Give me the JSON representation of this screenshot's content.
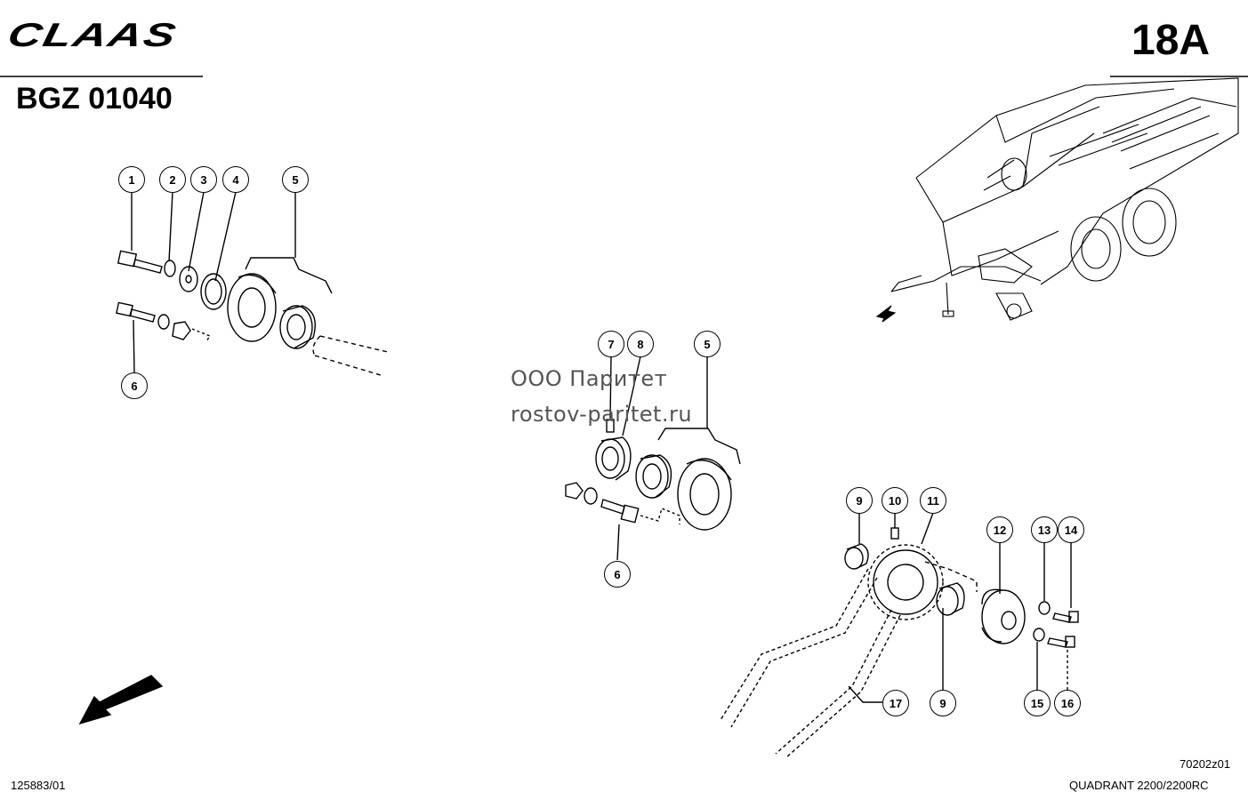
{
  "header": {
    "brand": "CLAAS",
    "code": "BGZ 01040",
    "sheet": "18A"
  },
  "watermark": {
    "line1": "ООО Паритет",
    "line2": "rostov-paritet.ru"
  },
  "footer": {
    "left_number": "125883/01",
    "drawing_ref": "70202z01",
    "model": "QUADRANT 2200/2200RC"
  },
  "callouts": [
    "1",
    "2",
    "3",
    "4",
    "5",
    "6",
    "7",
    "8",
    "5",
    "6",
    "9",
    "10",
    "11",
    "12",
    "13",
    "14",
    "9",
    "15",
    "16",
    "17"
  ]
}
